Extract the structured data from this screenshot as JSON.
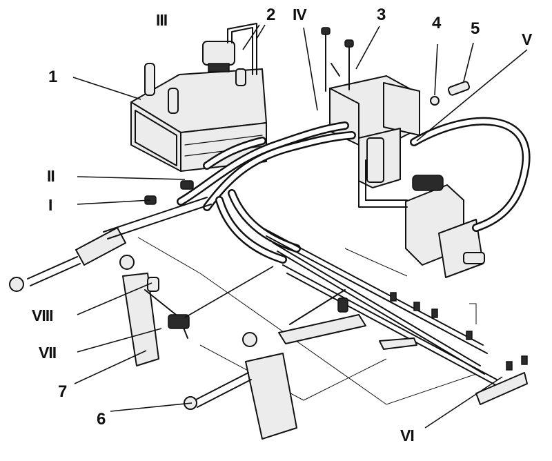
{
  "labels": {
    "n1": "1",
    "n2": "2",
    "n3": "3",
    "n4": "4",
    "n5": "5",
    "n6": "6",
    "n7": "7",
    "r1": "I",
    "r2": "II",
    "r3": "III",
    "r4": "IV",
    "r5": "V",
    "r6": "VI",
    "r7": "VII",
    "r8": "VIII"
  }
}
